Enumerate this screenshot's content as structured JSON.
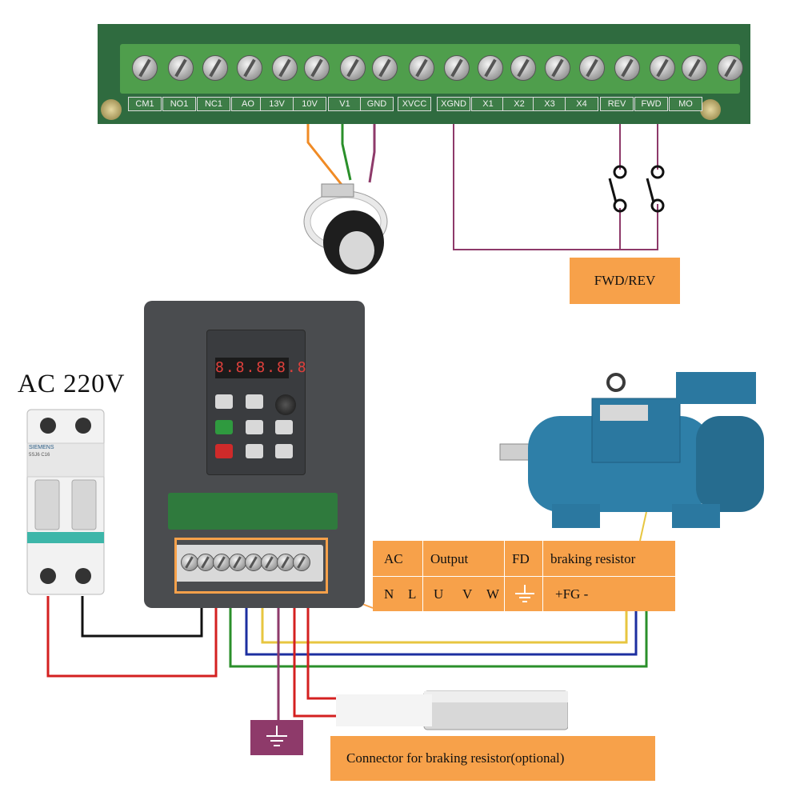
{
  "board": {
    "terminals_left": [
      "CM1",
      "NO1",
      "NC1",
      "AO",
      "13V",
      "10V",
      "V1",
      "GND"
    ],
    "terminals_right": [
      "XVCC",
      "XGND",
      "X1",
      "X2",
      "X3",
      "X4",
      "REV",
      "FWD",
      "MO"
    ]
  },
  "fwd_rev_label": "FWD/REV",
  "ac_title": "AC  220V",
  "breaker": {
    "brand": "SIEMENS",
    "model": "5SJ6 C16"
  },
  "vfd": {
    "display": "8.8.8.8.8"
  },
  "table": {
    "headers": [
      "AC",
      "Output",
      "FD",
      "braking resistor"
    ],
    "row": [
      "N",
      "L",
      "U",
      "V",
      "W",
      "+FG -"
    ]
  },
  "braking_label": "Connector for braking resistor(optional)",
  "colors": {
    "orange_box": "#f7a14a",
    "ground_box": "#8e3a6a",
    "wire_red": "#d42020",
    "wire_black": "#111111",
    "wire_green": "#2a8f2a",
    "wire_blue": "#1c2fa0",
    "wire_yellow": "#e7c640",
    "wire_purple": "#8e3a6a",
    "wire_orange": "#f08b25",
    "motor_blue": "#2e7fa8"
  }
}
